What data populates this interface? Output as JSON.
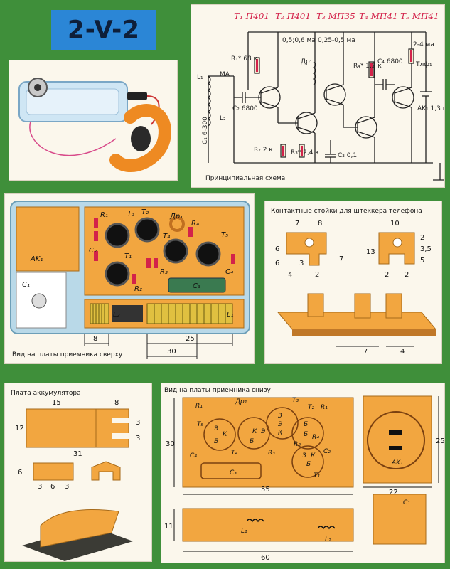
{
  "badge": "2-V-2",
  "schematic": {
    "caption": "Принципиальная схема",
    "transistors": [
      "T₁ П401",
      "T₂ П401",
      "T₃ МП35",
      "T₄ МП41",
      "T₅ МП41"
    ],
    "currents": [
      "0,5;0,6 ма",
      "0,25-0,5 ма",
      "2-4 ма"
    ],
    "parts": [
      "R₁* 68 к",
      "MA",
      "L₁",
      "C₁ 6-300",
      "C₂ 6800",
      "L₂",
      "Др₁",
      "R₂ 2 к",
      "R₃* 2,4 к",
      "C₃ 0,1",
      "R₄* 1,2 к",
      "C₄ 6800",
      "Тлф₁",
      "AK₁ 1,3 в"
    ]
  },
  "top_view": {
    "caption": "Вид на платы приемника сверху",
    "labels": [
      "T₂",
      "T₃",
      "Др₁",
      "R₁",
      "T₄",
      "R₄",
      "C₂",
      "T₁",
      "T₅",
      "R₃",
      "C₄",
      "R₂",
      "C₃",
      "AK₁",
      "C₁",
      "L₂",
      "L₁"
    ],
    "dims": [
      "8",
      "25",
      "30"
    ]
  },
  "contacts": {
    "caption": "Контактные стойки для штеккера телефона",
    "dims": [
      "7",
      "8",
      "6",
      "6",
      "3",
      "7",
      "4",
      "2",
      "10",
      "13",
      "2",
      "3,5",
      "5",
      "2",
      "2",
      "7",
      "4"
    ]
  },
  "battery": {
    "caption": "Плата аккумулятора",
    "dims": [
      "15",
      "8",
      "12",
      "3",
      "3",
      "31",
      "6",
      "3",
      "6",
      "3"
    ]
  },
  "bottom_view": {
    "caption": "Вид на платы приемника снизу",
    "labels": [
      "R₁",
      "Др₁",
      "T₃",
      "T₂",
      "R₁",
      "T₅",
      "Э",
      "К",
      "Б",
      "Б",
      "З",
      "Э",
      "К",
      "Б",
      "R₄",
      "К",
      "Э",
      "Б",
      "R₃",
      "R₂",
      "З",
      "К",
      "Б",
      "C₂",
      "C₄",
      "T₄",
      "C₃",
      "T₁",
      "AK₁",
      "L₁",
      "L₂",
      "C₁"
    ],
    "dims": [
      "30",
      "55",
      "25",
      "22",
      "11",
      "60"
    ]
  }
}
